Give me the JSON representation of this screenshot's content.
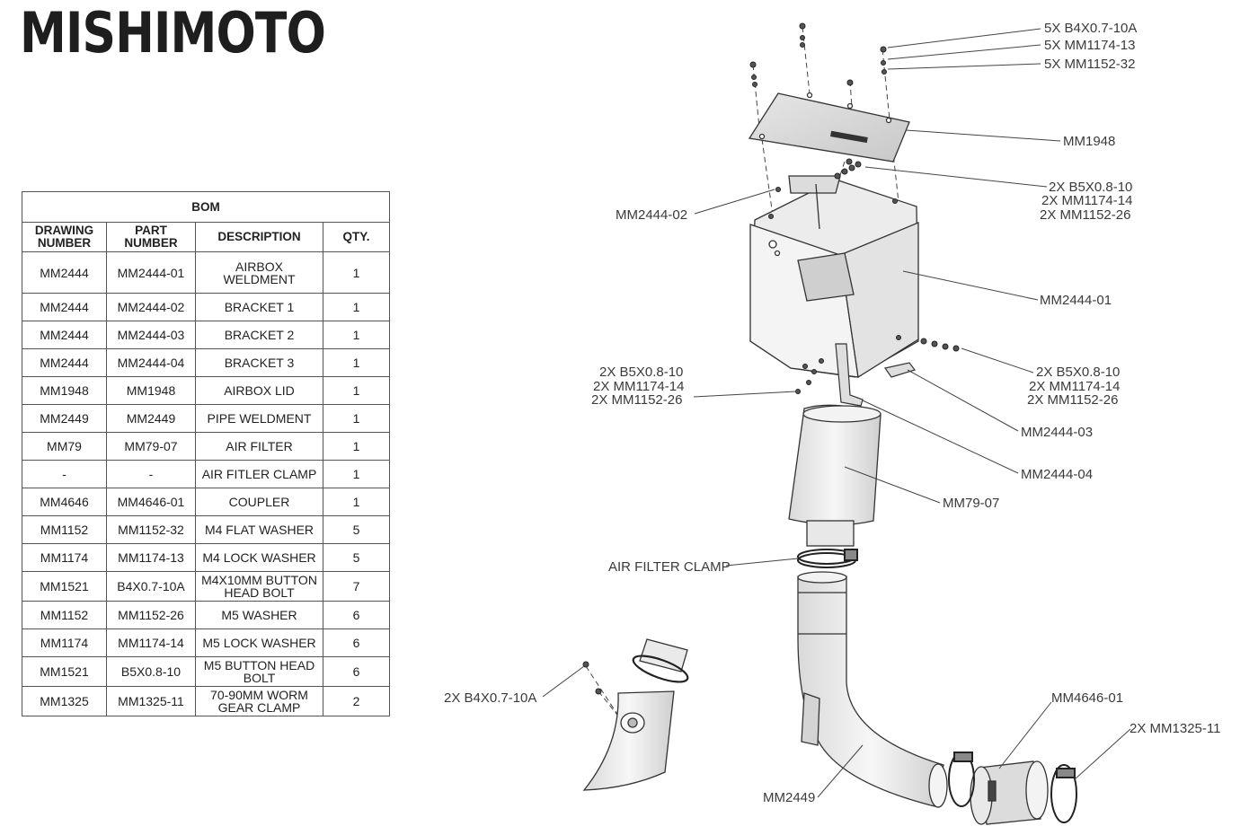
{
  "brand": {
    "name": "MISHIMOTO"
  },
  "bom": {
    "title": "BOM",
    "headers": [
      "DRAWING\nNUMBER",
      "PART\nNUMBER",
      "DESCRIPTION",
      "QTY."
    ],
    "rows": [
      [
        "MM2444",
        "MM2444-01",
        "AIRBOX\nWELDMENT",
        "1"
      ],
      [
        "MM2444",
        "MM2444-02",
        "BRACKET 1",
        "1"
      ],
      [
        "MM2444",
        "MM2444-03",
        "BRACKET 2",
        "1"
      ],
      [
        "MM2444",
        "MM2444-04",
        "BRACKET 3",
        "1"
      ],
      [
        "MM1948",
        "MM1948",
        "AIRBOX LID",
        "1"
      ],
      [
        "MM2449",
        "MM2449",
        "PIPE WELDMENT",
        "1"
      ],
      [
        "MM79",
        "MM79-07",
        "AIR FILTER",
        "1"
      ],
      [
        "-",
        "-",
        "AIR FITLER CLAMP",
        "1"
      ],
      [
        "MM4646",
        "MM4646-01",
        "COUPLER",
        "1"
      ],
      [
        "MM1152",
        "MM1152-32",
        "M4 FLAT WASHER",
        "5"
      ],
      [
        "MM1174",
        "MM1174-13",
        "M4 LOCK WASHER",
        "5"
      ],
      [
        "MM1521",
        "B4X0.7-10A",
        "M4X10MM BUTTON\nHEAD BOLT",
        "7"
      ],
      [
        "MM1152",
        "MM1152-26",
        "M5 WASHER",
        "6"
      ],
      [
        "MM1174",
        "MM1174-14",
        "M5 LOCK WASHER",
        "6"
      ],
      [
        "MM1521",
        "B5X0.8-10",
        "M5 BUTTON HEAD\nBOLT",
        "6"
      ],
      [
        "MM1325",
        "MM1325-11",
        "70-90MM WORM\nGEAR CLAMP",
        "2"
      ]
    ]
  },
  "callouts": {
    "top_bolts": "5X B4X0.7-10A",
    "top_lock": "5X MM1174-13",
    "top_washer": "5X MM1152-32",
    "lid": "MM1948",
    "bracket1": "MM2444-02",
    "lid_hw1": "2X B5X0.8-10",
    "lid_hw2": "2X MM1174-14",
    "lid_hw3": "2X MM1152-26",
    "airbox": "MM2444-01",
    "left_hw1": "2X B5X0.8-10",
    "left_hw2": "2X MM1174-14",
    "left_hw3": "2X MM1152-26",
    "right_hw1": "2X B5X0.8-10",
    "right_hw2": "2X MM1174-14",
    "right_hw3": "2X MM1152-26",
    "bracket2": "MM2444-03",
    "bracket3": "MM2444-04",
    "filter": "MM79-07",
    "filter_clamp": "AIR FILTER CLAMP",
    "sensor_bolts": "2X B4X0.7-10A",
    "coupler": "MM4646-01",
    "clamps": "2X MM1325-11",
    "pipe": "MM2449"
  }
}
